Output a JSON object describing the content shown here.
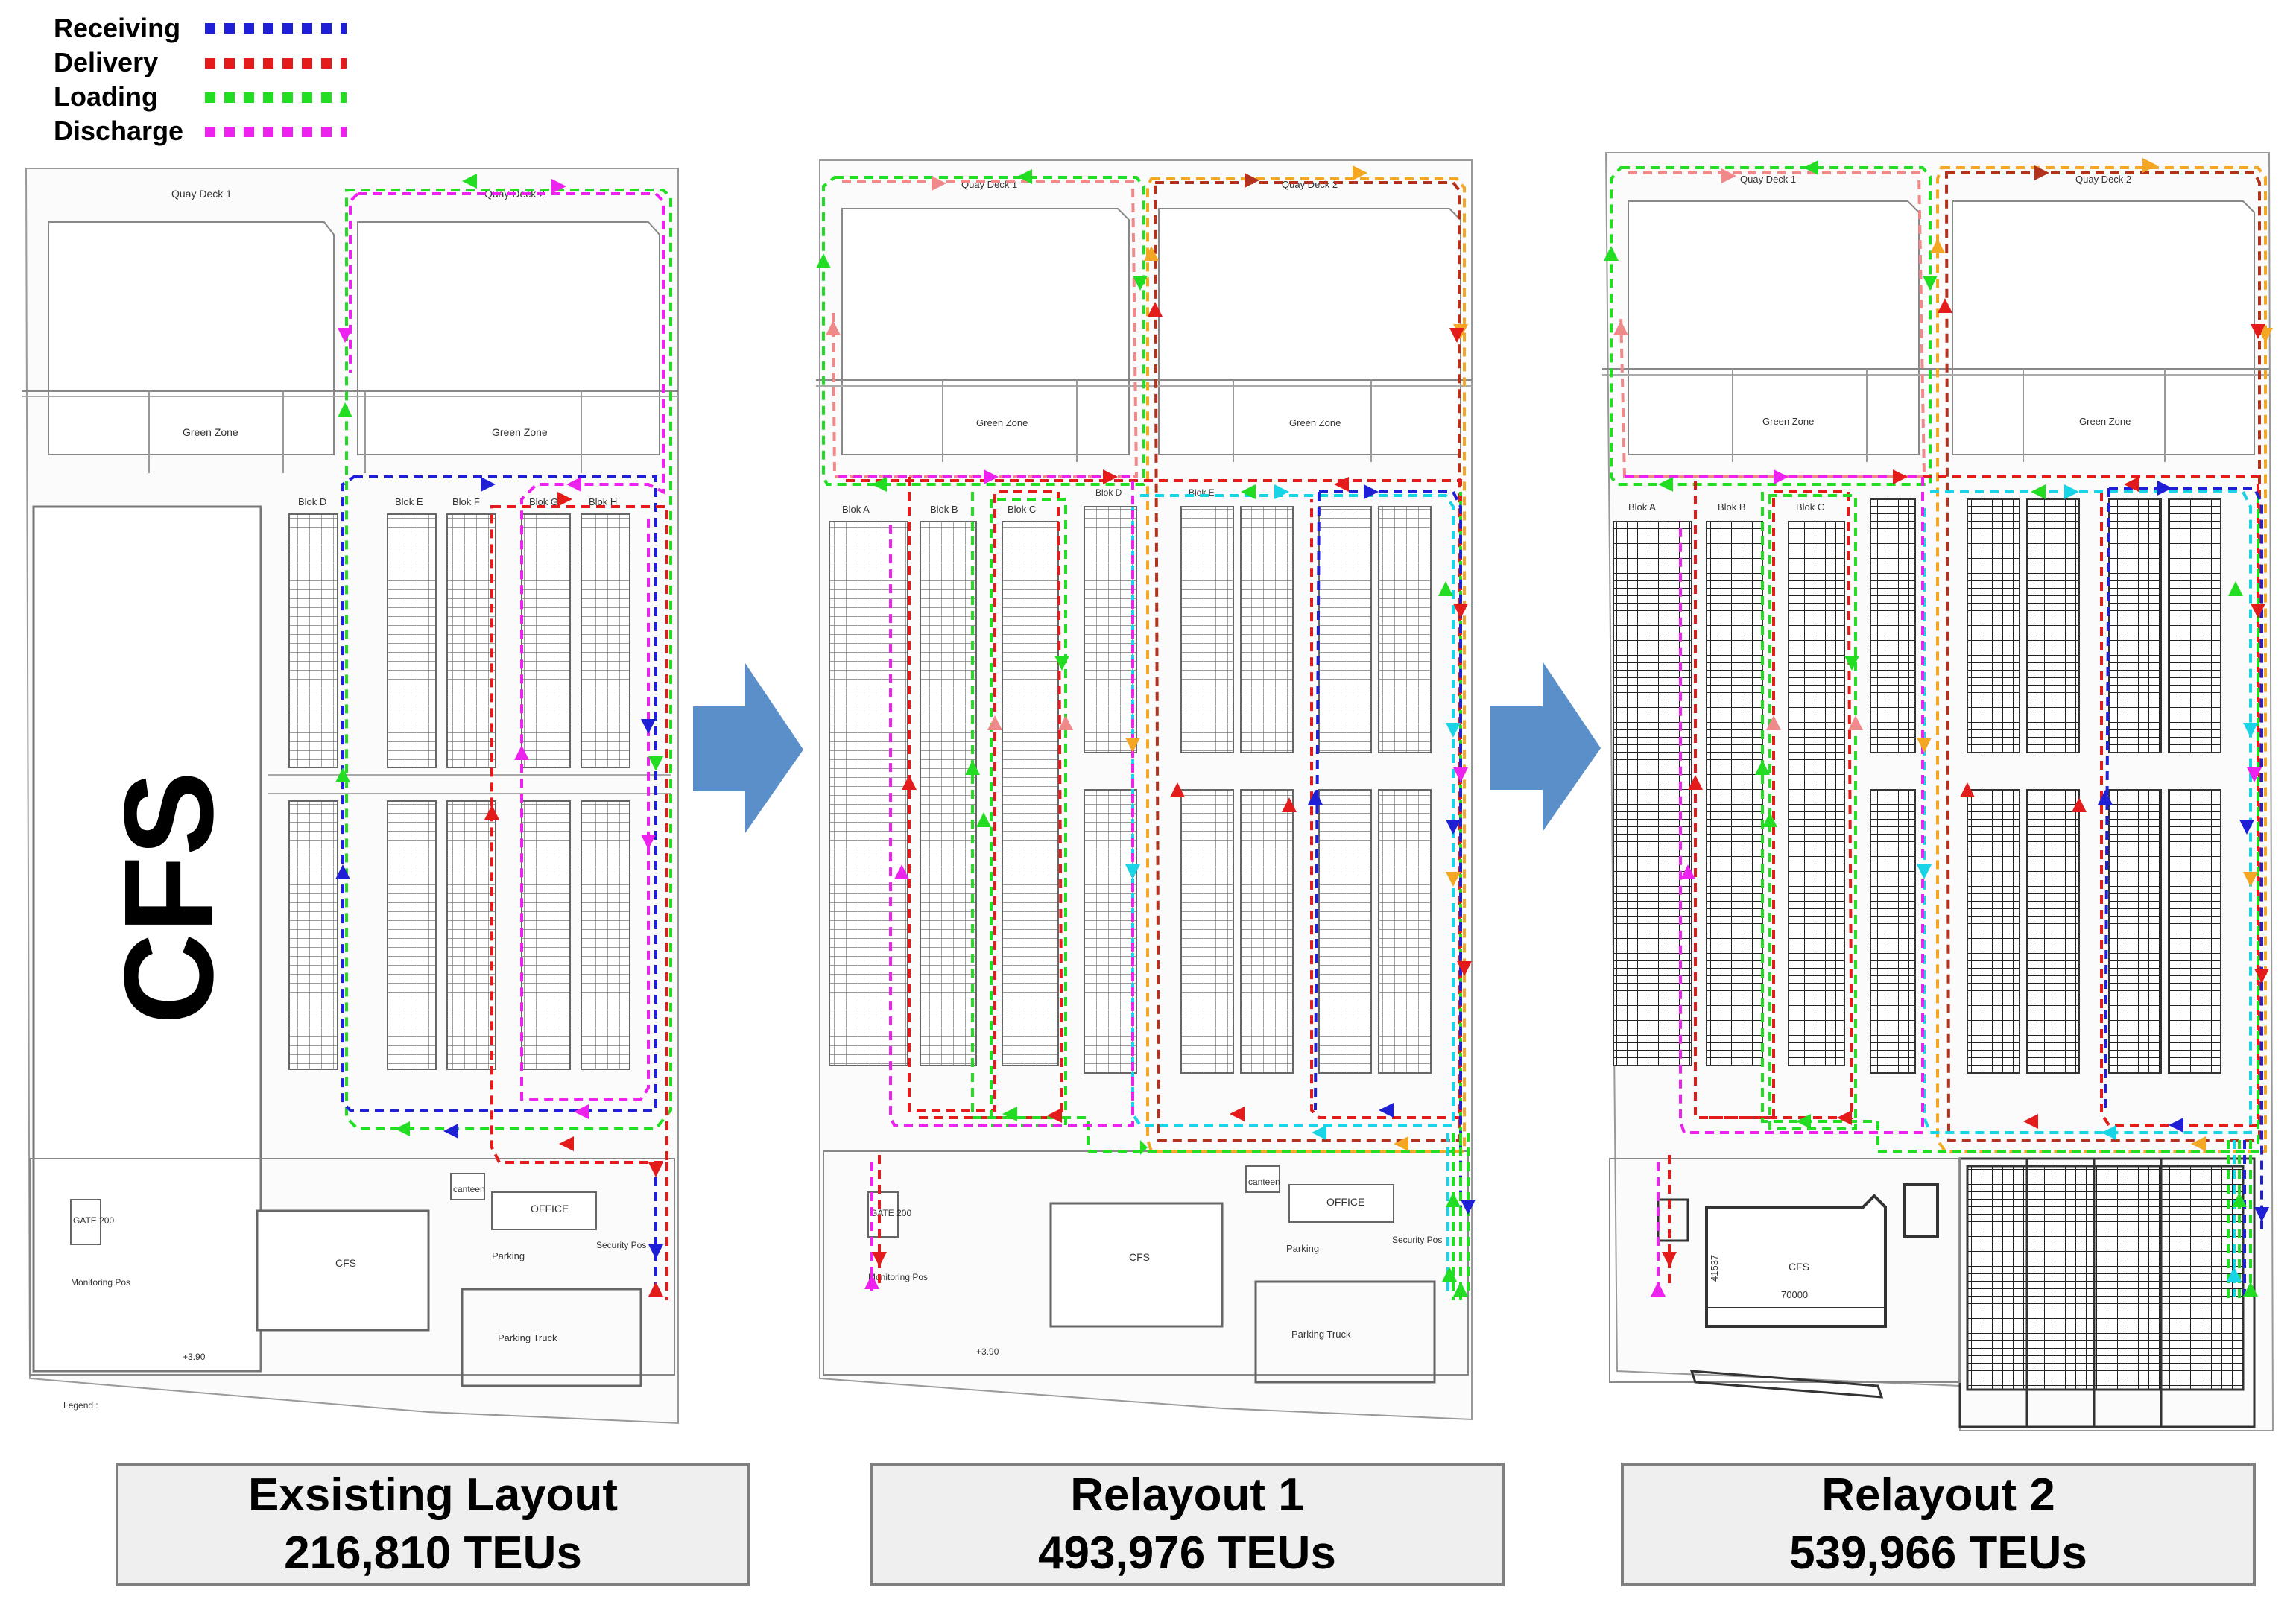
{
  "legend": [
    {
      "label": "Receiving",
      "color": "#1f1fd6"
    },
    {
      "label": "Delivery",
      "color": "#e31b1b"
    },
    {
      "label": "Loading",
      "color": "#22dd22"
    },
    {
      "label": "Discharge",
      "color": "#ee22ee"
    }
  ],
  "extra_route_colors": {
    "cyan": "#19d3e6",
    "orange": "#f5a623",
    "salmon": "#f08a8a",
    "darkred": "#b2321e"
  },
  "arrow_color": "#5b8fc9",
  "panels": [
    {
      "title": "Exsisting Layout",
      "value": "216,810 TEUs",
      "big_label": "CFS",
      "labels": {
        "quay_deck_1": "Quay Deck 1",
        "quay_deck_2": "Quay Deck 2",
        "green_zone_1": "Green Zone",
        "green_zone_2": "Green Zone",
        "block_d": "Blok D",
        "block_e": "Blok E",
        "block_f": "Blok F",
        "block_g": "Blok G",
        "block_h": "Blok H",
        "gate": "GATE 200",
        "monitoring": "Monitoring Pos",
        "cfs": "CFS",
        "office": "OFFICE",
        "canteen": "canteen",
        "parking": "Parking",
        "parking_truck": "Parking Truck",
        "security": "Security Pos",
        "elevation": "+3.90",
        "legend_small": "Legend :"
      }
    },
    {
      "title": "Relayout 1",
      "value": "493,976 TEUs",
      "labels": {
        "quay_deck_1": "Quay Deck 1",
        "quay_deck_2": "Quay Deck 2",
        "green_zone_1": "Green Zone",
        "green_zone_2": "Green Zone",
        "block_a": "Blok A",
        "block_b": "Blok B",
        "block_c": "Blok C",
        "block_d": "Blok D",
        "block_e": "Blok E",
        "gate": "GATE 200",
        "monitoring": "Monitoring Pos",
        "cfs": "CFS",
        "office": "OFFICE",
        "canteen": "canteen",
        "parking": "Parking",
        "parking_truck": "Parking Truck",
        "security": "Security Pos",
        "elevation": "+3.90"
      }
    },
    {
      "title": "Relayout 2",
      "value": "539,966 TEUs",
      "labels": {
        "quay_deck_1": "Quay Deck 1",
        "quay_deck_2": "Quay Deck 2",
        "green_zone_1": "Green Zone",
        "green_zone_2": "Green Zone",
        "block_a": "Blok A",
        "block_b": "Blok B",
        "block_c": "Blok C",
        "cfs": "CFS",
        "dim_width": "70000",
        "dim_height": "41537"
      }
    }
  ]
}
